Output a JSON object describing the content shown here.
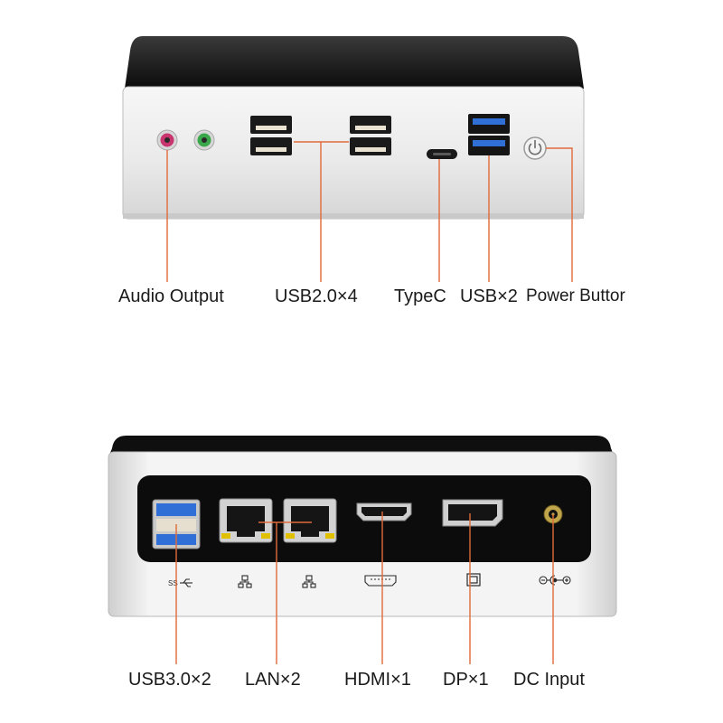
{
  "front": {
    "labels": {
      "audio": "Audio Output",
      "usb20": "USB2.0×4",
      "typec": "TypeC",
      "usb": "USB×2",
      "power": "Power Buttor"
    }
  },
  "rear": {
    "labels": {
      "usb30": "USB3.0×2",
      "lan": "LAN×2",
      "hdmi": "HDMI×1",
      "dp": "DP×1",
      "dc": "DC Input"
    },
    "icon_text": {
      "ss": "SS"
    }
  },
  "colors": {
    "callout_line": "#e06a3a",
    "usb3_blue": "#2f6fd6",
    "audio_pink": "#c8356f",
    "audio_green": "#3aa84a"
  }
}
